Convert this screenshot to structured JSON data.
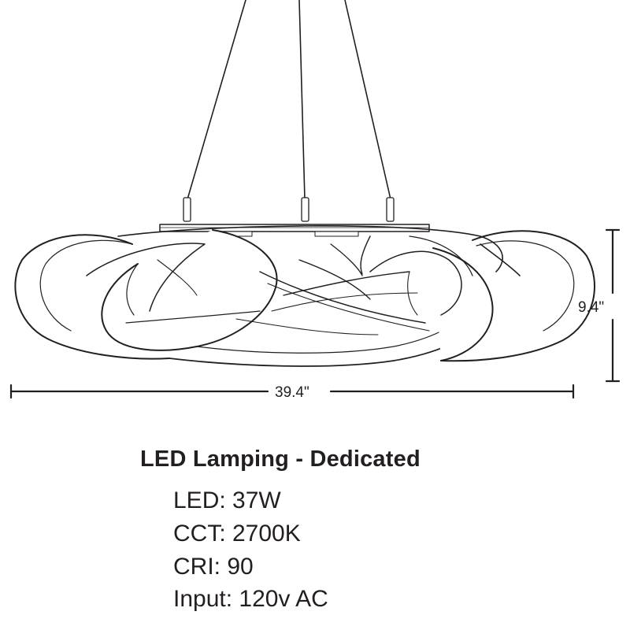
{
  "dimensions": {
    "width": "39.4\"",
    "height": "9.4\""
  },
  "specs": {
    "title": "LED Lamping - Dedicated",
    "led": "LED: 37W",
    "cct": "CCT: 2700K",
    "cri": "CRI: 90",
    "input": "Input: 120v AC"
  }
}
